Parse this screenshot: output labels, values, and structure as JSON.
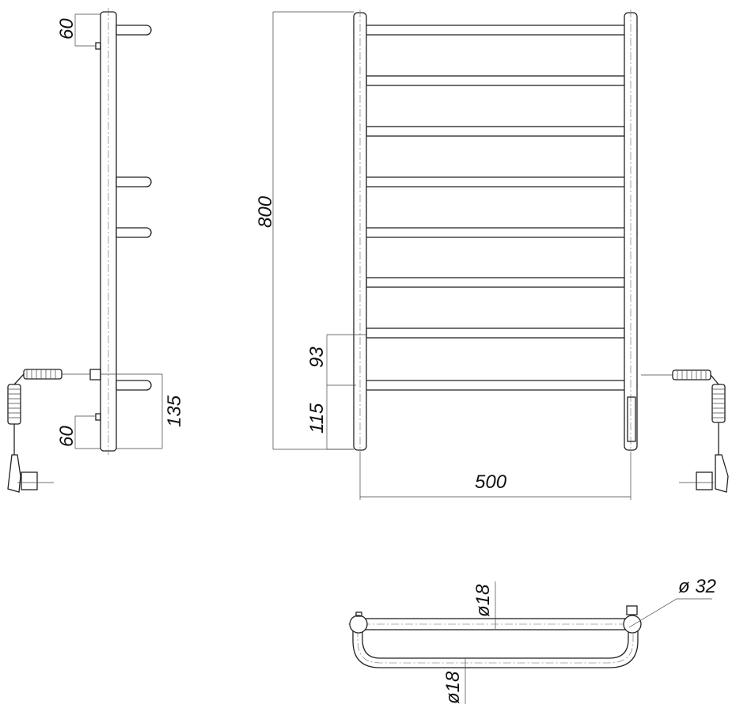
{
  "dimensions": {
    "side_top_offset": "60",
    "side_bottom_offset": "60",
    "side_depth": "135",
    "total_height": "800",
    "rung_spacing": "93",
    "bottom_rung_height": "115",
    "width": "500",
    "rung_diameter_top": "ø18",
    "rung_diameter_bottom": "ø18",
    "pole_diameter": "ø 32"
  }
}
